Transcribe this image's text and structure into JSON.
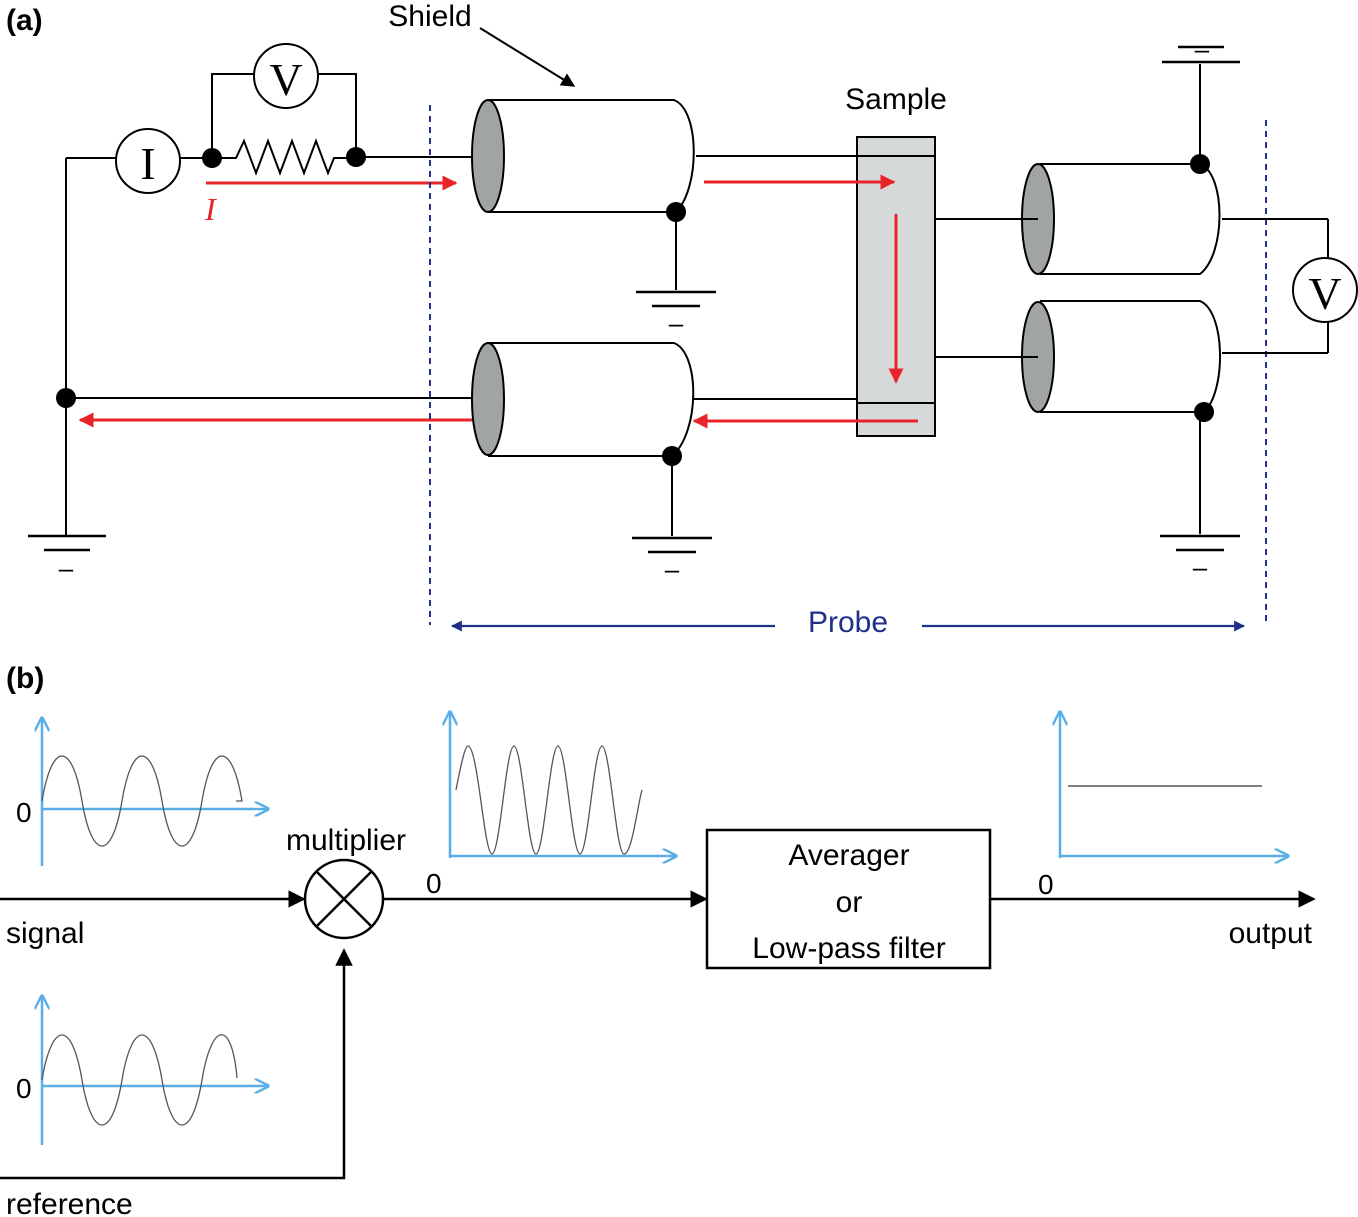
{
  "panel_a": {
    "label": "(a)",
    "shield_label": "Shield",
    "sample_label": "Sample",
    "ammeter_symbol": "I",
    "voltmeter_top_symbol": "V",
    "voltmeter_right_symbol": "V",
    "current_symbol": "I",
    "probe_label": "Probe",
    "ground_marks": [
      "–",
      "–",
      "–",
      "–",
      "–"
    ]
  },
  "panel_b": {
    "label": "(b)",
    "signal_zero": "0",
    "reference_zero": "0",
    "product_zero": "0",
    "output_zero": "0",
    "multiplier_label": "multiplier",
    "signal_label": "signal",
    "reference_label": "reference",
    "output_label": "output",
    "filter_box": {
      "line1": "Averager",
      "line2": "or",
      "line3": "Low-pass filter"
    }
  },
  "colors": {
    "current_arrow": "#e8242a",
    "probe_marker": "#1f2f8a",
    "axis": "#5aaee8",
    "sample_fill": "#d6d9d9",
    "coax_end": "#a0a4a4"
  }
}
